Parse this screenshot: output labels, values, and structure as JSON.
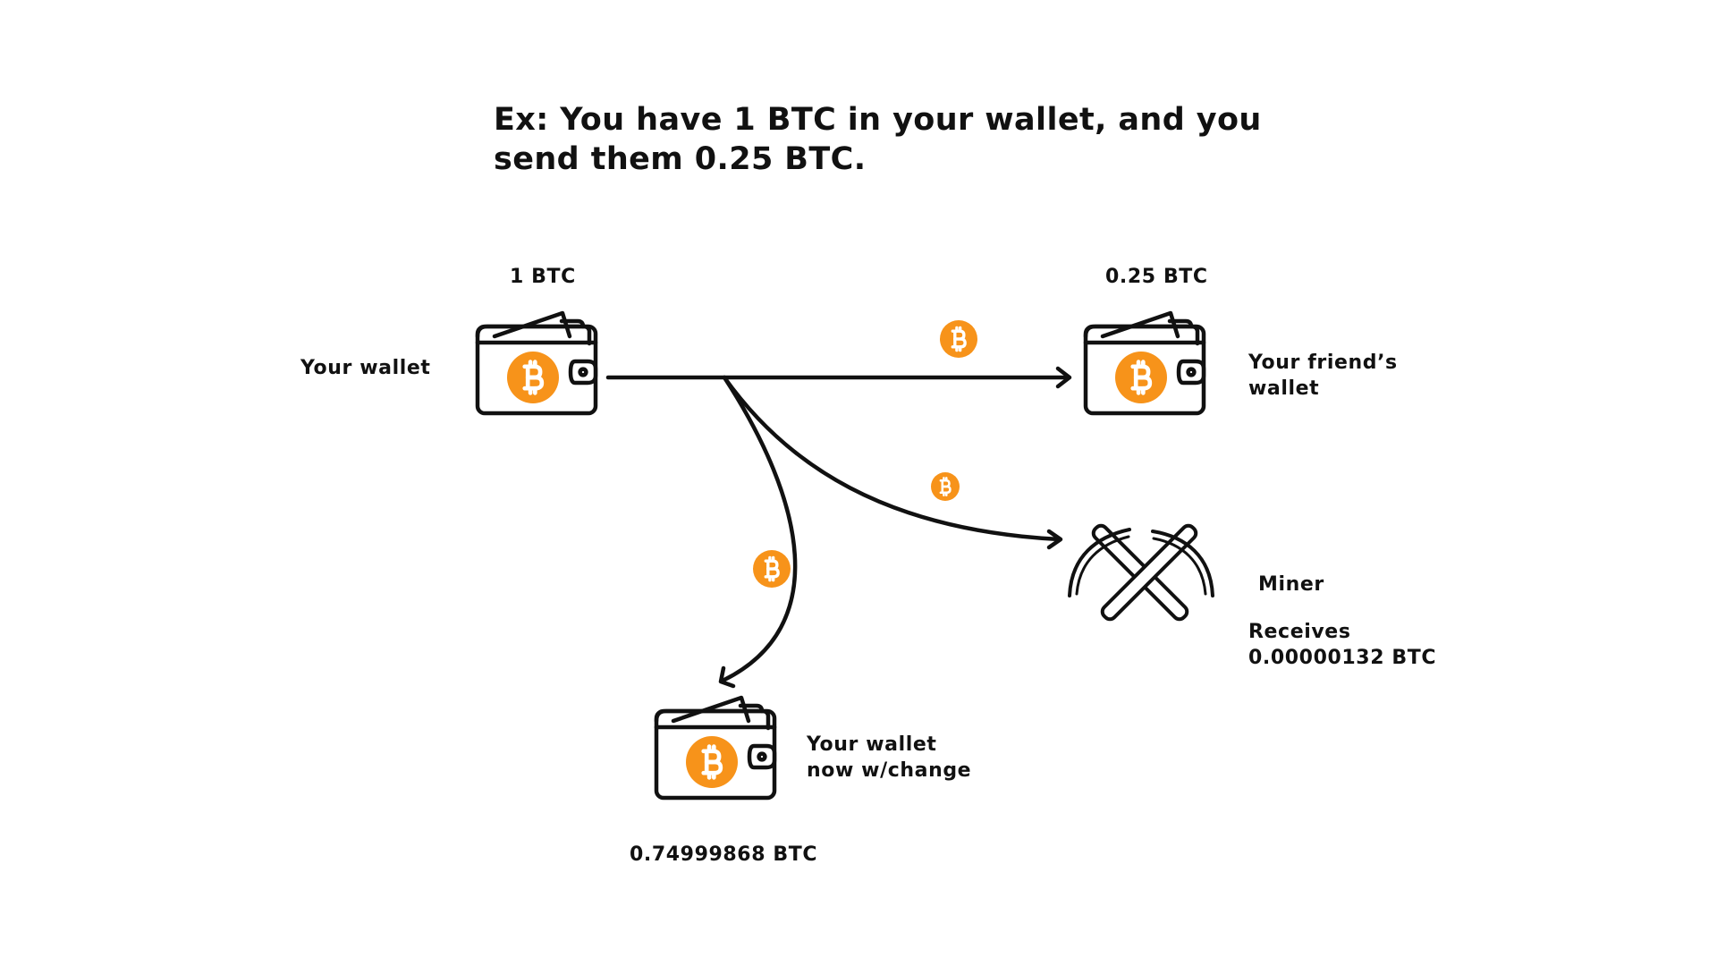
{
  "title": {
    "line1": "Ex: You have 1 BTC in your wallet, and you",
    "line2": "send them 0.25 BTC."
  },
  "nodes": {
    "sender": {
      "amount": "1 BTC",
      "label": "Your wallet"
    },
    "friend": {
      "amount": "0.25 BTC",
      "label_line1": "Your friend’s",
      "label_line2": "wallet"
    },
    "miner": {
      "label": "Miner",
      "detail_line1": "Receives",
      "detail_line2": "0.00000132 BTC"
    },
    "change": {
      "label_line1": "Your wallet",
      "label_line2": "now w/change",
      "amount": "0.74999868 BTC"
    }
  },
  "icons": {
    "wallet": "wallet-icon",
    "coin": "bitcoin-coin-icon",
    "miner": "crossed-pickaxes-icon"
  },
  "colors": {
    "bitcoin_orange": "#F7931A",
    "stroke": "#111111"
  }
}
